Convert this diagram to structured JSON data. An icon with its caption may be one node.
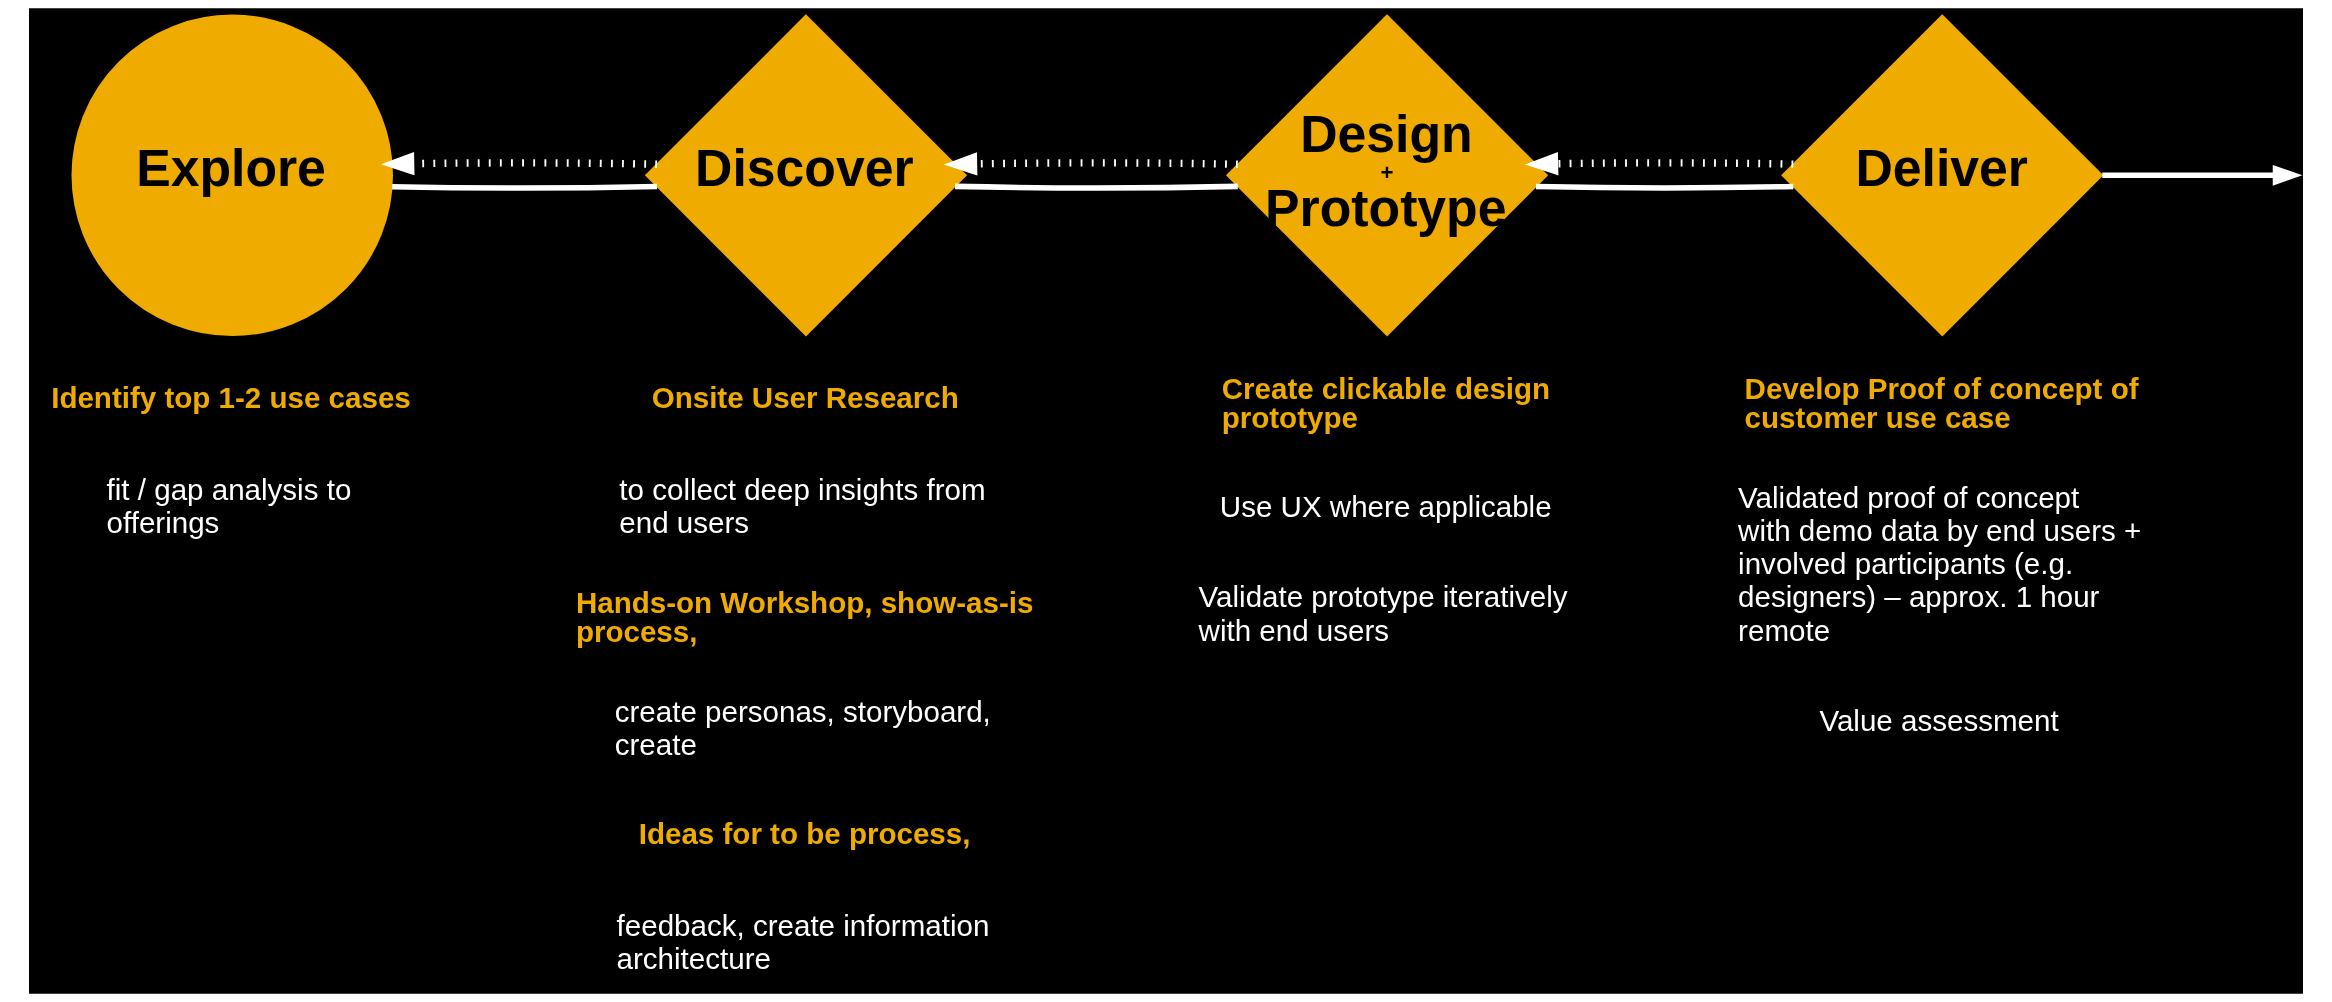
{
  "diagram": {
    "nodes": [
      {
        "text": [
          "Explore"
        ]
      },
      {
        "text": [
          "Discover"
        ]
      },
      {
        "text": [
          "Design",
          "+",
          "Prototype"
        ]
      },
      {
        "text": [
          "Deliver"
        ]
      }
    ],
    "edges": [
      {
        "from": 0,
        "to": 1,
        "arrow": "none"
      },
      {
        "from": 1,
        "to": 2,
        "arrow": "none"
      },
      {
        "from": 2,
        "to": 3,
        "arrow": "none"
      },
      {
        "from": 3,
        "to": null,
        "arrow": "to"
      },
      {
        "from": 1,
        "to": 0,
        "arrow": "to",
        "style": "dashed"
      },
      {
        "from": 2,
        "to": 1,
        "arrow": "to",
        "style": "dashed"
      },
      {
        "from": 3,
        "to": 2,
        "arrow": "to",
        "style": "dashed"
      }
    ],
    "labels": [
      "Identify top 1-2 use cases",
      "fit / gap analysis to offerings",
      "Onsite User Research",
      "to collect deep insights from end users",
      "Hands-on Workshop, show-as-is process,",
      "create personas, storyboard, create",
      "Ideas for to be process,",
      "feedback, create information architecture",
      "Create clickable design prototype",
      "Use UX where applicable",
      "Validate prototype iteratively with end users",
      "Develop Proof of concept of customer use case",
      "Validated proof of concept with demo data by end users + involved participants (e.g. designers) – approx. 1 hour remote",
      "Value assessment"
    ]
  }
}
